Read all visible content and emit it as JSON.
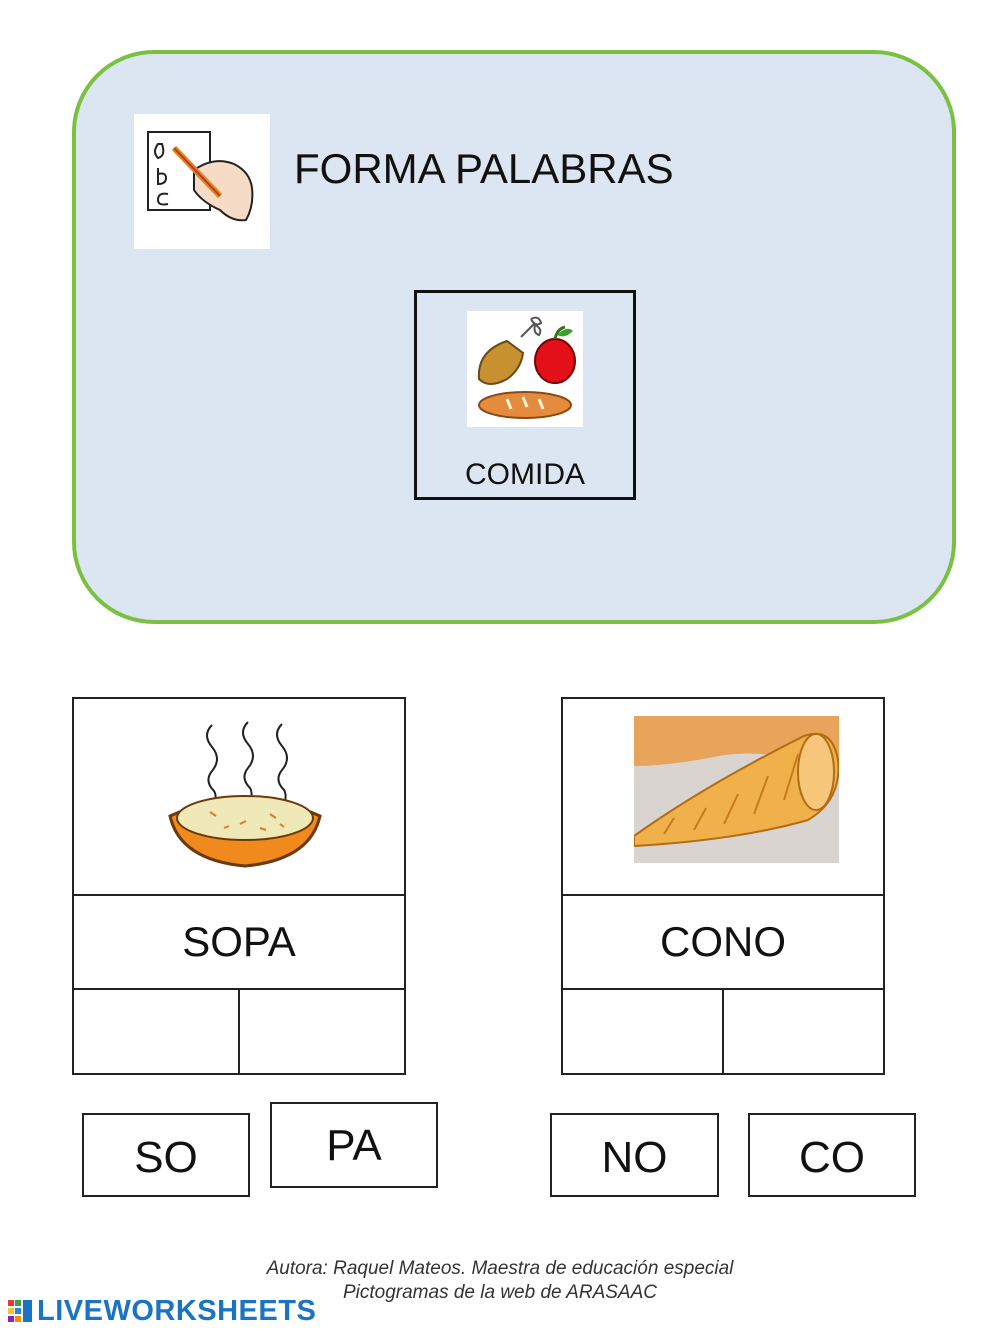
{
  "header": {
    "title": "FORMA PALABRAS",
    "category": "COMIDA",
    "write_icon": "writing-hand-icon",
    "category_icon": "food-icon"
  },
  "cards": [
    {
      "word": "SOPA",
      "image": "soup-bowl-icon"
    },
    {
      "word": "CONO",
      "image": "waffle-cone-icon"
    }
  ],
  "tiles": [
    "SO",
    "PA",
    "NO",
    "CO"
  ],
  "credits": {
    "line1": "Autora: Raquel Mateos. Maestra de educación especial",
    "line2": "Pictogramas de la web de ARASAAC"
  },
  "brand": {
    "name": "LIVEWORKSHEETS"
  },
  "colors": {
    "panel_bg": "#dce6f2",
    "panel_border": "#7ac142",
    "brand": "#1b73c4"
  }
}
